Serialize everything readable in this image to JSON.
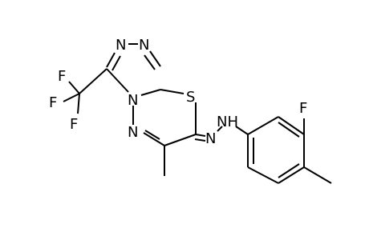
{
  "molecule": {
    "atom_labels": {
      "n_triazole_top_left": "N",
      "n_triazole_top_right": "N",
      "n_bridgehead": "N",
      "n_thiadiazine": "N",
      "s_ring": "S",
      "n_hydrazone": "N",
      "nh_hydrazone": "NH",
      "f_cf3_top": "F",
      "f_cf3_left": "F",
      "f_cf3_bottom": "F",
      "f_aryl": "F"
    }
  }
}
